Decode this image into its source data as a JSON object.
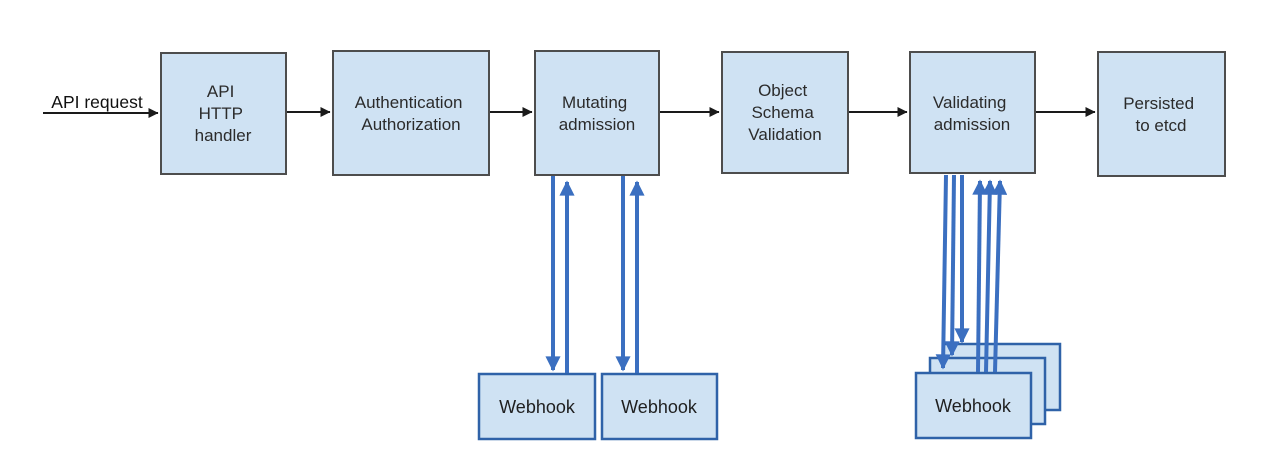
{
  "diagram": {
    "entry_label": "API request",
    "pipeline": [
      {
        "name": "api-http-handler",
        "lines": [
          "API",
          "HTTP",
          "handler"
        ]
      },
      {
        "name": "authentication-authorization",
        "lines": [
          "Authentication",
          "Authorization"
        ]
      },
      {
        "name": "mutating-admission",
        "lines": [
          "Mutating",
          "admission"
        ]
      },
      {
        "name": "object-schema-validation",
        "lines": [
          "Object",
          "Schema",
          "Validation"
        ]
      },
      {
        "name": "validating-admission",
        "lines": [
          "Validating",
          "admission"
        ]
      },
      {
        "name": "persisted-to-etcd",
        "lines": [
          "Persisted",
          "to etcd"
        ]
      }
    ],
    "webhooks": {
      "mutating": [
        {
          "label": "Webhook"
        },
        {
          "label": "Webhook"
        }
      ],
      "validating": {
        "label": "Webhook",
        "stacked_count": 3
      }
    },
    "edges": {
      "flow": [
        "API request -> API HTTP handler",
        "API HTTP handler -> Authentication Authorization",
        "Authentication Authorization -> Mutating admission",
        "Mutating admission -> Object Schema Validation",
        "Object Schema Validation -> Validating admission",
        "Validating admission -> Persisted to etcd"
      ],
      "mutating_webhook_call_pairs": 2,
      "validating_webhook_call_pairs": 3
    },
    "colors": {
      "node_fill": "#cfe2f3",
      "node_border": "#4d4d4d",
      "webhook_border": "#2f62a8",
      "arrow_blue": "#3b6fc0",
      "arrow_black": "#1a1a1a"
    }
  }
}
